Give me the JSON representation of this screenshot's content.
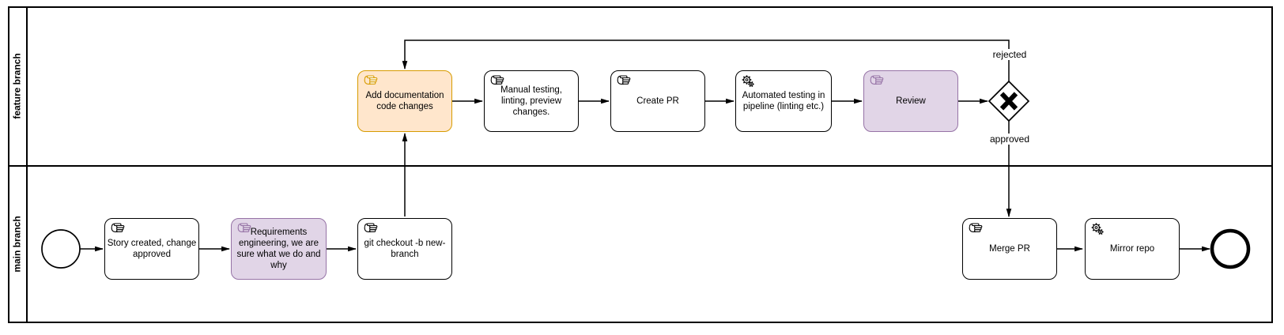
{
  "diagram": {
    "pool": {
      "lanes": [
        {
          "id": "feature-branch",
          "label": "feature branch"
        },
        {
          "id": "main-branch",
          "label": "main branch"
        }
      ]
    },
    "tasks": {
      "add_documentation": {
        "label": "Add documentation code changes",
        "type": "manual-task",
        "highlight": "orange"
      },
      "manual_testing": {
        "label": "Manual testing, linting, preview changes.",
        "type": "manual-task",
        "highlight": "none"
      },
      "create_pr": {
        "label": "Create PR",
        "type": "manual-task",
        "highlight": "none"
      },
      "automated_testing": {
        "label": "Automated testing in pipeline (linting etc.)",
        "type": "service-task",
        "highlight": "none"
      },
      "review": {
        "label": "Review",
        "type": "manual-task",
        "highlight": "purple"
      },
      "story_created": {
        "label": "Story created, change approved",
        "type": "manual-task",
        "highlight": "none"
      },
      "requirements": {
        "label": "Requirements engineering, we are sure what we do and why",
        "type": "manual-task",
        "highlight": "purple"
      },
      "git_checkout": {
        "label": "git checkout -b new-branch",
        "type": "manual-task",
        "highlight": "none"
      },
      "merge_pr": {
        "label": "Merge PR",
        "type": "manual-task",
        "highlight": "none"
      },
      "mirror_repo": {
        "label": "Mirror repo",
        "type": "service-task",
        "highlight": "none"
      }
    },
    "gateway": {
      "type": "exclusive",
      "labels": {
        "rejected": "rejected",
        "approved": "approved"
      }
    },
    "events": {
      "start": "start-event",
      "end": "end-event"
    },
    "colors": {
      "orange_fill": "#FFE6CC",
      "orange_stroke": "#D79B00",
      "purple_fill": "#E1D5E7",
      "purple_stroke": "#9673A6",
      "line": "#000000",
      "background": "#FFFFFF"
    }
  }
}
